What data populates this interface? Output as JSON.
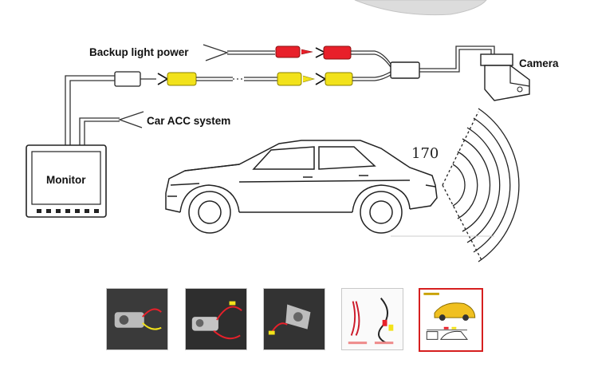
{
  "diagram": {
    "labels": {
      "backup_light_power": "Backup light power",
      "camera": "Camera",
      "car_acc_system": "Car ACC system",
      "monitor": "Monitor",
      "view_angle": "170"
    }
  },
  "thumbnails": {
    "selected_index": 4,
    "items": [
      "thumbnail-1",
      "thumbnail-2",
      "thumbnail-3",
      "thumbnail-4",
      "thumbnail-5"
    ]
  },
  "colors": {
    "rca_red": "#e8202a",
    "rca_yellow": "#f2e21a",
    "selected_border": "#d61f1f"
  }
}
